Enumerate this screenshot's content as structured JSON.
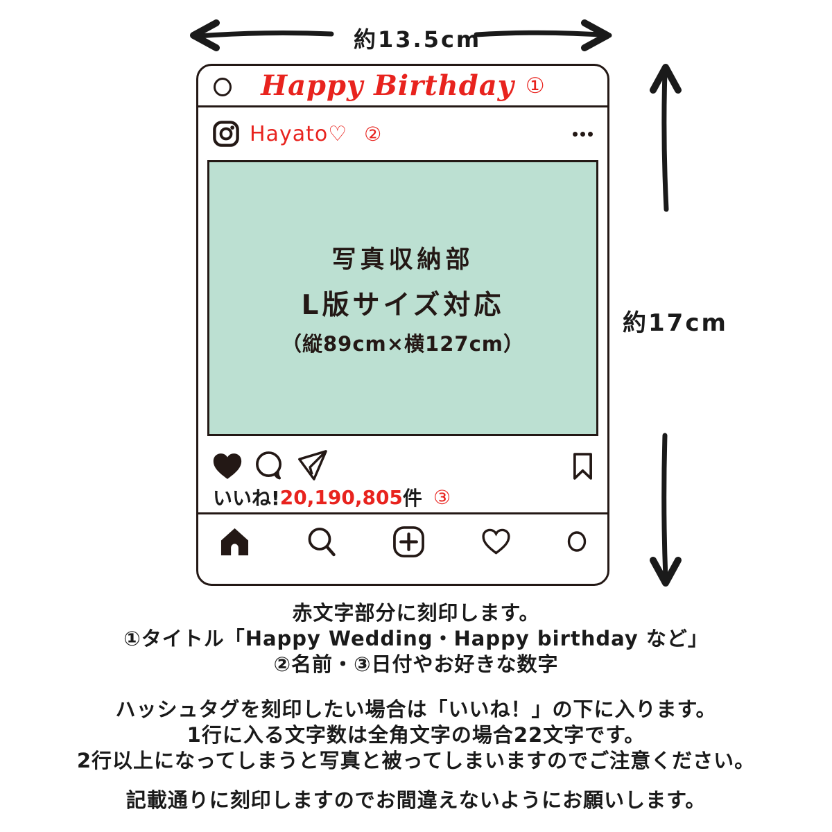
{
  "colors": {
    "red": "#e8231e",
    "ink": "#231815",
    "mint": "#bce0d2"
  },
  "dimension_labels": {
    "width": "約13.5cm",
    "height": "約17cm"
  },
  "frame": {
    "title": "Happy Birthday",
    "title_marker": "①",
    "header": {
      "username": "Hayato♡",
      "marker": "②"
    },
    "photo_area": {
      "line1": "写真収納部",
      "line2": "L版サイズ対応",
      "line3": "（縦89cm×横127cm）"
    },
    "likes": {
      "label": "いいね!",
      "count": "20,190,805",
      "unit": "件",
      "marker": "③"
    }
  },
  "icons": [
    "instagram-camera-icon",
    "ellipsis-icon",
    "heart-filled-icon",
    "comment-icon",
    "share-plane-icon",
    "bookmark-icon",
    "home-icon",
    "search-icon",
    "new-post-icon",
    "heart-outline-icon",
    "profile-circle-icon",
    "hang-hole"
  ],
  "notes": {
    "engraving": [
      "赤文字部分に刻印します。",
      "①タイトル「Happy Wedding・Happy birthday など」",
      "②名前・③日付やお好きな数字"
    ],
    "hashtag": [
      "ハッシュタグを刻印したい場合は「いいね！」の下に入ります。",
      "1行に入る文字数は全角文字の場合22文字です。",
      "2行以上になってしまうと写真と被ってしまいますのでご注意ください。"
    ],
    "final": "記載通りに刻印しますのでお間違えないようにお願いします。"
  }
}
